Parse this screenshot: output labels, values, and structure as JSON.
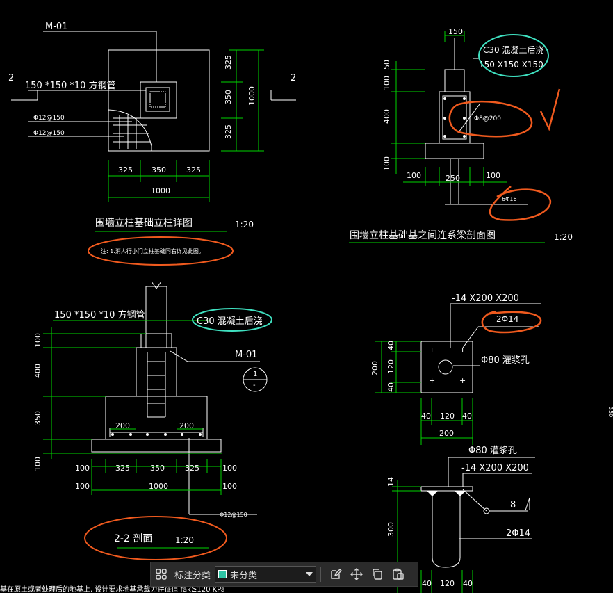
{
  "colors": {
    "line": "#ffffff",
    "dim": "#00e000",
    "annot": "#f05a1e",
    "highlight": "#3fe0c0",
    "toolbar": "#2b2b2b"
  },
  "plan": {
    "mark": "M-01",
    "section_no": "2",
    "pipe": "150 *150 *10 方钢管",
    "rebar1": "Φ12@150",
    "rebar2": "Φ12@150",
    "dims_v": [
      "325",
      "350",
      "325"
    ],
    "dim_v_total": "1000",
    "dims_h": [
      "325",
      "350",
      "325"
    ],
    "dim_h_total": "1000",
    "title": "围墙立柱基础立柱详图",
    "scale": "1:20",
    "note": "注: 1.消人行小门立柱基础同右详见此图。"
  },
  "beam": {
    "w_top": "150",
    "concrete": "C30 混凝土后浇",
    "size": "150 X150 X150",
    "dims_v": [
      "50",
      "100",
      "400",
      "100"
    ],
    "dims_h": [
      "100",
      "250",
      "100"
    ],
    "stirrup": "Φ8@200",
    "bars": "6Φ16",
    "title": "围墙立柱基础基之间连系梁剖面图",
    "scale": "1:20"
  },
  "section": {
    "pipe": "150 *150 *10 方钢管",
    "concrete": "C30 混凝土后浇",
    "mark": "M-01",
    "callout_top": "1",
    "callout_bot": "-",
    "dims_v": [
      "100",
      "400",
      "350",
      "100"
    ],
    "d200a": "200",
    "d200b": "200",
    "dims_h1": [
      "100",
      "325",
      "350",
      "325",
      "100"
    ],
    "dims_h2a": "100",
    "dims_h2t": "1000",
    "dims_h2b": "100",
    "rebar": "Φ12@150",
    "title": "2-2 剖面",
    "scale": "1:20",
    "bottom_note": "基在原土或者处理后的地基上, 设计要求地基承载力特征值 fak≥120 KPa"
  },
  "plate": {
    "size": "-14 X200 X200",
    "bars": "2Φ14",
    "hole": "Φ80 灌浆孔",
    "dims_v_total": "200",
    "dims_v": [
      "40",
      "120",
      "40"
    ],
    "dims_h": [
      "40",
      "120",
      "40"
    ],
    "dim_h_total": "200"
  },
  "anchor": {
    "hole": "Φ80 灌浆孔",
    "size": "-14 X200 X200",
    "weld": "8",
    "bars": "2Φ14",
    "d14": "14",
    "d300": "300",
    "dims_h": [
      "40",
      "120",
      "40"
    ]
  },
  "edge_text": "350",
  "toolbar": {
    "category_label": "标注分类",
    "selected": "未分类"
  }
}
